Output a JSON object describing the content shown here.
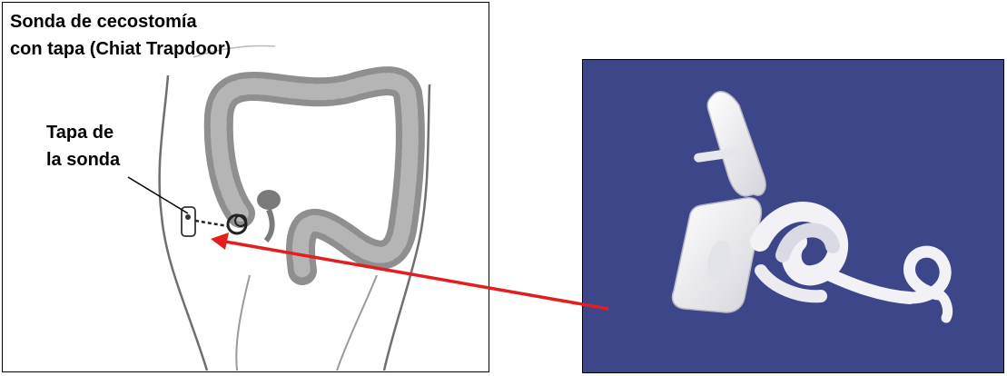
{
  "left_panel": {
    "title_line1": "Sonda de cecostomía",
    "title_line2": "con tapa (Chiat Trapdoor)",
    "cap_label_line1": "Tapa de",
    "cap_label_line2": "la sonda"
  },
  "right_panel": {
    "background_color": "#3c4688"
  },
  "colors": {
    "arrow": "#e41e1e",
    "colon": "#9a9a9a",
    "device": "#f4f4f4"
  }
}
